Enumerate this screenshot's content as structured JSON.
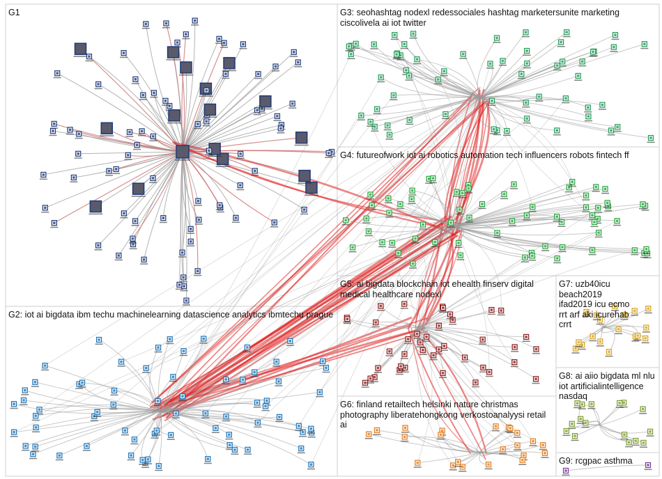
{
  "groups": [
    {
      "id": "G1",
      "label": "G1",
      "color": "#1f3a78"
    },
    {
      "id": "G2",
      "label": "G2: iot ai bigdata ibm techu machinelearning datascience analytics ibmtechu prague",
      "color": "#1a73b8"
    },
    {
      "id": "G3",
      "label": "G3: seohashtag nodexl redessociales hashtag marketersunite marketing ciscolivela ai iot twitter",
      "color": "#1f9a55"
    },
    {
      "id": "G4",
      "label": "G4: futureofwork iot ai robotics automation tech influencers robots fintech ff",
      "color": "#23a23a"
    },
    {
      "id": "G5",
      "label": "G5: ai bigdata blockchain iot ehealth finserv digital medical healthcare nodexl",
      "color": "#8b1a1a"
    },
    {
      "id": "G6",
      "label": "G6: finland retailtech helsinki nature christmas photography liberatehongkong verkostoanalyysi retail ai",
      "color": "#e07a1a"
    },
    {
      "id": "G7",
      "label": "G7: uzb40icu beach2019 ifad2019 icu ecmo rrt arf aki icurehab crrt",
      "color": "#d4a017"
    },
    {
      "id": "G8",
      "label": "G8: ai aiio bigdata ml nlu iot artificialintelligence nasdaq",
      "color": "#7a9a2a"
    },
    {
      "id": "G9",
      "label": "G9: rcgpac asthma",
      "color": "#7a3a9a"
    }
  ],
  "colors": {
    "edge": "#9a9a9a",
    "edge_strong": "#e02020",
    "panel_border": "#cfcfcf"
  }
}
